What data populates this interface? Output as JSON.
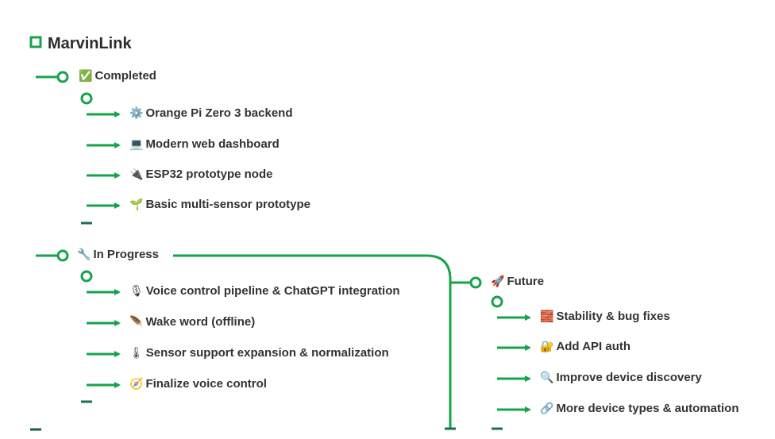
{
  "title": "MarvinLink",
  "colors": {
    "accent": "#16a34a",
    "dark": "#155e4a",
    "text": "#333333"
  },
  "completed": {
    "label": "Completed",
    "icon": "✅",
    "items": [
      {
        "icon": "⚙️",
        "label": "Orange Pi Zero 3 backend"
      },
      {
        "icon": "💻",
        "label": "Modern web dashboard"
      },
      {
        "icon": "🔌",
        "label": "ESP32 prototype node"
      },
      {
        "icon": "🌱",
        "label": "Basic multi-sensor prototype"
      }
    ]
  },
  "in_progress": {
    "label": "In Progress",
    "icon": "🔧",
    "items": [
      {
        "icon": "🎙",
        "label": "Voice control pipeline & ChatGPT integration"
      },
      {
        "icon": "🪶",
        "label": "Wake word (offline)"
      },
      {
        "icon": "🌡",
        "label": "Sensor support expansion & normalization"
      },
      {
        "icon": "🧭",
        "label": "Finalize voice control"
      }
    ]
  },
  "future": {
    "label": "Future",
    "icon": "🚀",
    "items": [
      {
        "icon": "🧱",
        "label": "Stability & bug fixes"
      },
      {
        "icon": "🔐",
        "label": "Add API auth"
      },
      {
        "icon": "🔍",
        "label": "Improve device discovery"
      },
      {
        "icon": "🔗",
        "label": "More device types & automation"
      }
    ]
  }
}
